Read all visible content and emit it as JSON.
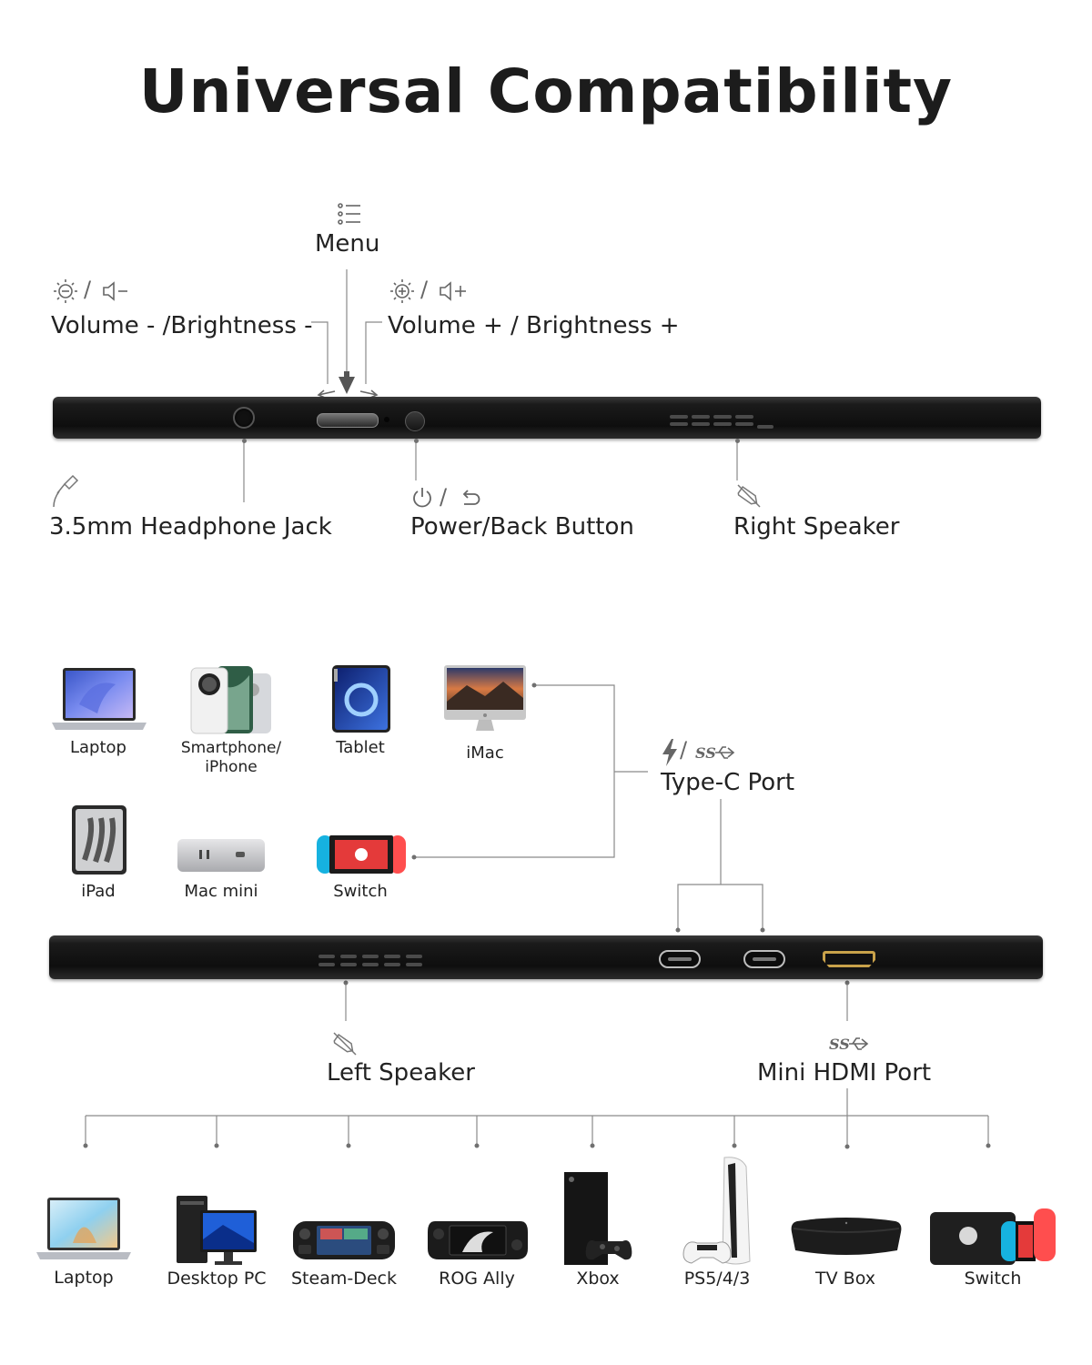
{
  "title": "Universal Compatibility",
  "top_panel": {
    "menu_label": "Menu",
    "vol_minus_label": "Volume - /Brightness -",
    "vol_plus_label": "Volume + / Brightness +",
    "headphone_label": "3.5mm Headphone Jack",
    "power_label": "Power/Back Button",
    "right_speaker_label": "Right Speaker",
    "slash": "/"
  },
  "typec_devices": {
    "laptop": "Laptop",
    "smartphone_line1": "Smartphone/",
    "smartphone_line2": "iPhone",
    "tablet": "Tablet",
    "imac": "iMac",
    "ipad": "iPad",
    "mac_mini": "Mac mini",
    "switch": "Switch"
  },
  "ports": {
    "typec_label": "Type-C Port",
    "left_speaker_label": "Left Speaker",
    "hdmi_label": "Mini HDMI Port",
    "slash": "/"
  },
  "hdmi_devices": [
    "Laptop",
    "Desktop PC",
    "Steam-Deck",
    "ROG Ally",
    "Xbox",
    "PS5/4/3",
    "TV Box",
    "Switch"
  ],
  "icons": {
    "menu": "list-icon",
    "brightness_down": "sun-minus-icon",
    "volume_down": "speaker-minus-icon",
    "brightness_up": "sun-plus-icon",
    "volume_up": "speaker-plus-icon",
    "headphone": "audio-plug-icon",
    "power": "power-icon",
    "back": "back-arrow-icon",
    "speaker": "speaker-muted-icon",
    "bolt": "lightning-icon",
    "usb_ss": "superspeed-usb-icon"
  },
  "colors": {
    "monitor": "#111111",
    "leader_line": "#8a8a8a",
    "hdmi_gold": "#c9a24a",
    "text": "#1e1e1e"
  }
}
